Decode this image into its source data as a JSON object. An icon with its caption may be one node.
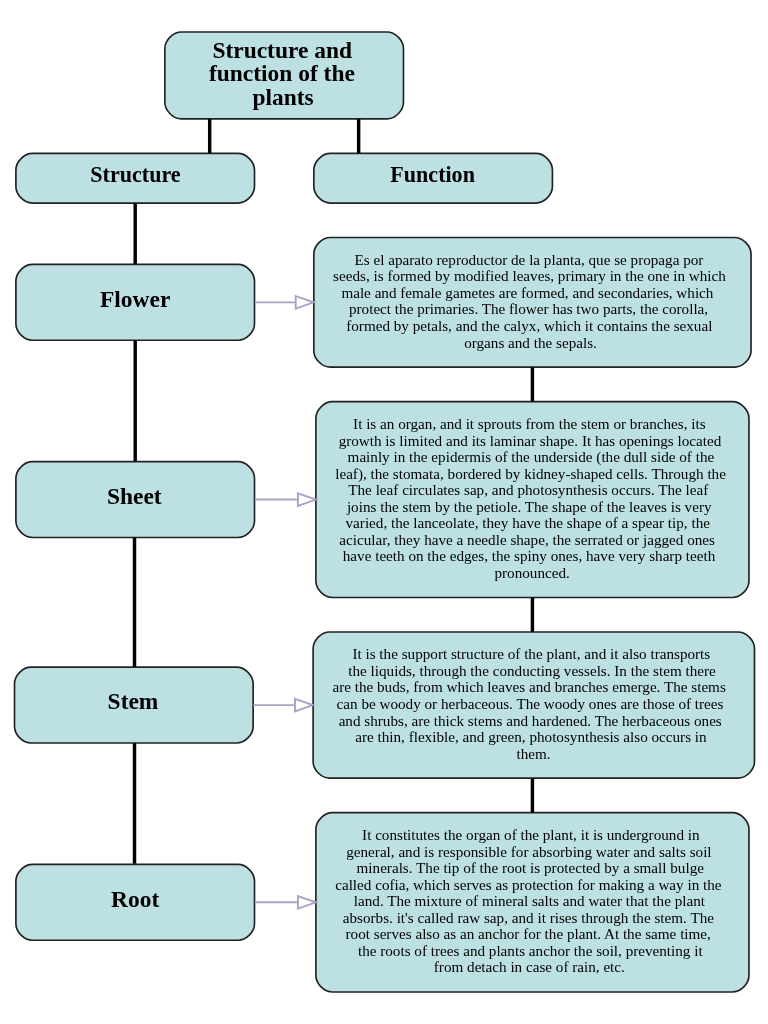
{
  "diagram": {
    "nodes": [
      {
        "text": [
          "Structure and function of the plants"
        ]
      },
      {
        "text": [
          "Structure"
        ]
      },
      {
        "text": [
          "Function"
        ]
      },
      {
        "text": [
          "Flower"
        ]
      },
      {
        "text": [
          "Es el aparato reproductor de la planta, que se propaga por seeds, is formed by modified leaves, primary in the one in which male and female gametes are formed, and secondaries, which protect the primaries. The flower has two parts, the corolla, formed by petals, and the calyx, which it contains the sexual organs and the sepals."
        ]
      },
      {
        "text": [
          "Sheet"
        ]
      },
      {
        "text": [
          "It is an organ, and it sprouts from the stem or branches, its growth is limited and its laminar shape. It has openings located mainly in the epidermis of the underside (the dull side of the leaf), the stomata, bordered by kidney-shaped cells. Through the The leaf circulates sap, and photosynthesis occurs. The leaf joins the stem by the petiole. The shape of the leaves is very varied, the lanceolate, they have the shape of a spear tip, the acicular, they have a needle shape, the serrated or jagged ones have teeth on the edges, the spiny ones, have very sharp teeth pronounced."
        ]
      },
      {
        "text": [
          "Stem"
        ]
      },
      {
        "text": [
          "It is the support structure of the plant, and it also transports the liquids, through the conducting vessels. In the stem there are the buds, from which leaves and branches emerge. The stems can be woody or herbaceous. The woody ones are those of trees and shrubs, are thick stems and hardened. The herbaceous ones are thin, flexible, and green, photosynthesis also occurs in them."
        ]
      },
      {
        "text": [
          "Root"
        ]
      },
      {
        "text": [
          "It constitutes the organ of the plant, it is underground in general, and is responsible for absorbing water and salts soil minerals. The tip of the root is protected by a small bulge called cofia, which serves as protection for making a way in the land. The mixture of mineral salts and water that the plant absorbs. it's called raw sap, and it rises through the stem. The root serves also as an anchor for the plant. At the same time, the roots of trees and plants anchor the soil, preventing it from detach in case of rain, etc."
        ]
      }
    ],
    "edges": [
      {
        "from": 0,
        "to": 1,
        "arrow": "none"
      },
      {
        "from": 0,
        "to": 2,
        "arrow": "none"
      },
      {
        "from": 1,
        "to": 3,
        "arrow": "none"
      },
      {
        "from": 3,
        "to": 4,
        "arrow": "to",
        "color": "#a9a3c6"
      },
      {
        "from": 4,
        "to": 6,
        "arrow": "none"
      },
      {
        "from": 3,
        "to": 5,
        "arrow": "none"
      },
      {
        "from": 5,
        "to": 6,
        "arrow": "to",
        "color": "#a9a3c6"
      },
      {
        "from": 6,
        "to": 8,
        "arrow": "none"
      },
      {
        "from": 5,
        "to": 7,
        "arrow": "none"
      },
      {
        "from": 7,
        "to": 8,
        "arrow": "to",
        "color": "#a9a3c6"
      },
      {
        "from": 8,
        "to": 10,
        "arrow": "none"
      },
      {
        "from": 7,
        "to": 9,
        "arrow": "none"
      },
      {
        "from": 9,
        "to": 10,
        "arrow": "to",
        "color": "#a9a3c6"
      }
    ]
  }
}
